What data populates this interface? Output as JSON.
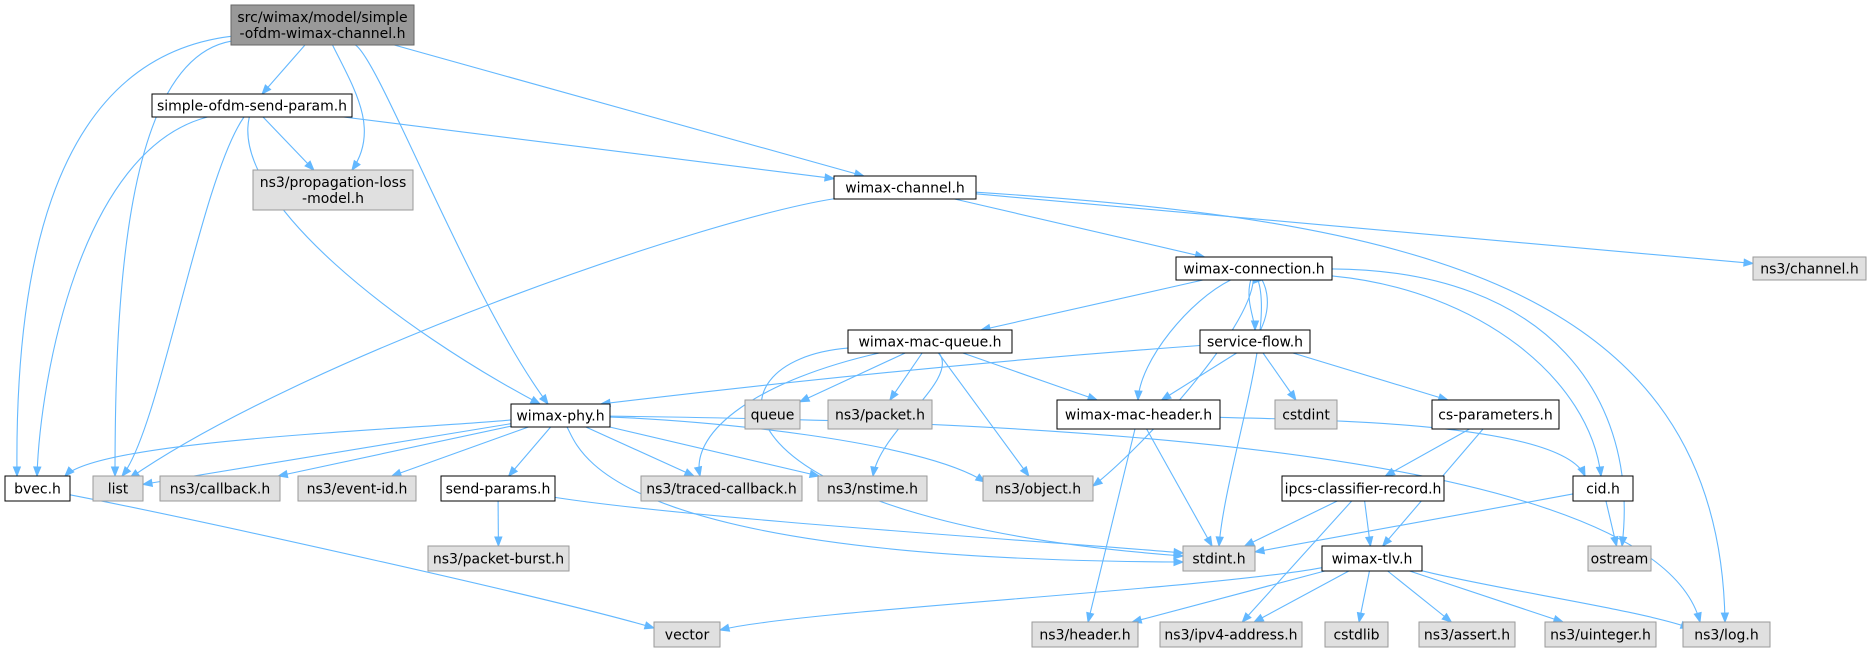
{
  "diagram": {
    "colors": {
      "edge": "#63b8ff",
      "root_fill": "#999999",
      "root_stroke": "#666666",
      "node_fill": "#ffffff",
      "node_stroke": "#000000",
      "external_fill": "#e0e0e0",
      "external_stroke": "#999999"
    },
    "nodes": [
      {
        "id": "root",
        "kind": "root",
        "lines": [
          "src/wimax/model/simple",
          "-ofdm-wimax-channel.h"
        ]
      },
      {
        "id": "send_param",
        "kind": "file",
        "lines": [
          "simple-ofdm-send-param.h"
        ]
      },
      {
        "id": "prop_loss",
        "kind": "external",
        "lines": [
          "ns3/propagation-loss",
          "-model.h"
        ]
      },
      {
        "id": "wimax_channel",
        "kind": "file",
        "lines": [
          "wimax-channel.h"
        ]
      },
      {
        "id": "ns3_channel",
        "kind": "external",
        "lines": [
          "ns3/channel.h"
        ]
      },
      {
        "id": "wimax_connection",
        "kind": "file",
        "lines": [
          "wimax-connection.h"
        ]
      },
      {
        "id": "mac_queue",
        "kind": "file",
        "lines": [
          "wimax-mac-queue.h"
        ]
      },
      {
        "id": "service_flow",
        "kind": "file",
        "lines": [
          "service-flow.h"
        ]
      },
      {
        "id": "wimax_phy",
        "kind": "file",
        "lines": [
          "wimax-phy.h"
        ]
      },
      {
        "id": "queue",
        "kind": "external",
        "lines": [
          "queue"
        ]
      },
      {
        "id": "packet",
        "kind": "external",
        "lines": [
          "ns3/packet.h"
        ]
      },
      {
        "id": "mac_header",
        "kind": "file",
        "lines": [
          "wimax-mac-header.h"
        ]
      },
      {
        "id": "cstdint",
        "kind": "external",
        "lines": [
          "cstdint"
        ]
      },
      {
        "id": "cs_params",
        "kind": "file",
        "lines": [
          "cs-parameters.h"
        ]
      },
      {
        "id": "bvec",
        "kind": "file",
        "lines": [
          "bvec.h"
        ]
      },
      {
        "id": "list",
        "kind": "external",
        "lines": [
          "list"
        ]
      },
      {
        "id": "callback",
        "kind": "external",
        "lines": [
          "ns3/callback.h"
        ]
      },
      {
        "id": "event_id",
        "kind": "external",
        "lines": [
          "ns3/event-id.h"
        ]
      },
      {
        "id": "send_params",
        "kind": "file",
        "lines": [
          "send-params.h"
        ]
      },
      {
        "id": "traced_cb",
        "kind": "external",
        "lines": [
          "ns3/traced-callback.h"
        ]
      },
      {
        "id": "nstime",
        "kind": "external",
        "lines": [
          "ns3/nstime.h"
        ]
      },
      {
        "id": "object",
        "kind": "external",
        "lines": [
          "ns3/object.h"
        ]
      },
      {
        "id": "ipcs",
        "kind": "file",
        "lines": [
          "ipcs-classifier-record.h"
        ]
      },
      {
        "id": "cid",
        "kind": "file",
        "lines": [
          "cid.h"
        ]
      },
      {
        "id": "packet_burst",
        "kind": "external",
        "lines": [
          "ns3/packet-burst.h"
        ]
      },
      {
        "id": "stdint",
        "kind": "external",
        "lines": [
          "stdint.h"
        ]
      },
      {
        "id": "wimax_tlv",
        "kind": "file",
        "lines": [
          "wimax-tlv.h"
        ]
      },
      {
        "id": "ostream",
        "kind": "external",
        "lines": [
          "ostream"
        ]
      },
      {
        "id": "vector",
        "kind": "external",
        "lines": [
          "vector"
        ]
      },
      {
        "id": "header",
        "kind": "external",
        "lines": [
          "ns3/header.h"
        ]
      },
      {
        "id": "ipv4",
        "kind": "external",
        "lines": [
          "ns3/ipv4-address.h"
        ]
      },
      {
        "id": "cstdlib",
        "kind": "external",
        "lines": [
          "cstdlib"
        ]
      },
      {
        "id": "assert",
        "kind": "external",
        "lines": [
          "ns3/assert.h"
        ]
      },
      {
        "id": "uinteger",
        "kind": "external",
        "lines": [
          "ns3/uinteger.h"
        ]
      },
      {
        "id": "log",
        "kind": "external",
        "lines": [
          "ns3/log.h"
        ]
      }
    ],
    "edges": [
      [
        "root",
        "send_param"
      ],
      [
        "root",
        "prop_loss"
      ],
      [
        "root",
        "wimax_channel"
      ],
      [
        "root",
        "wimax_phy"
      ],
      [
        "root",
        "bvec"
      ],
      [
        "root",
        "list"
      ],
      [
        "send_param",
        "prop_loss"
      ],
      [
        "send_param",
        "wimax_channel"
      ],
      [
        "send_param",
        "wimax_phy"
      ],
      [
        "send_param",
        "bvec"
      ],
      [
        "send_param",
        "list"
      ],
      [
        "wimax_channel",
        "wimax_connection"
      ],
      [
        "wimax_channel",
        "ns3_channel"
      ],
      [
        "wimax_channel",
        "list"
      ],
      [
        "wimax_channel",
        "log"
      ],
      [
        "wimax_connection",
        "mac_queue"
      ],
      [
        "wimax_connection",
        "service_flow"
      ],
      [
        "wimax_connection",
        "mac_header"
      ],
      [
        "wimax_connection",
        "object"
      ],
      [
        "wimax_connection",
        "stdint"
      ],
      [
        "wimax_connection",
        "cid"
      ],
      [
        "wimax_connection",
        "ostream"
      ],
      [
        "service_flow",
        "wimax_connection"
      ],
      [
        "service_flow",
        "wimax_phy"
      ],
      [
        "service_flow",
        "mac_header"
      ],
      [
        "service_flow",
        "cstdint"
      ],
      [
        "service_flow",
        "cs_params"
      ],
      [
        "mac_queue",
        "queue"
      ],
      [
        "mac_queue",
        "packet"
      ],
      [
        "mac_queue",
        "mac_header"
      ],
      [
        "mac_queue",
        "object"
      ],
      [
        "mac_queue",
        "nstime"
      ],
      [
        "mac_queue",
        "traced_cb"
      ],
      [
        "mac_queue",
        "stdint"
      ],
      [
        "wimax_phy",
        "bvec"
      ],
      [
        "wimax_phy",
        "list"
      ],
      [
        "wimax_phy",
        "callback"
      ],
      [
        "wimax_phy",
        "event_id"
      ],
      [
        "wimax_phy",
        "send_params"
      ],
      [
        "wimax_phy",
        "traced_cb"
      ],
      [
        "wimax_phy",
        "nstime"
      ],
      [
        "wimax_phy",
        "object"
      ],
      [
        "wimax_phy",
        "stdint"
      ],
      [
        "wimax_phy",
        "log"
      ],
      [
        "mac_header",
        "header"
      ],
      [
        "mac_header",
        "stdint"
      ],
      [
        "mac_header",
        "cid"
      ],
      [
        "cs_params",
        "ipcs"
      ],
      [
        "cs_params",
        "wimax_tlv"
      ],
      [
        "ipcs",
        "stdint"
      ],
      [
        "ipcs",
        "ipv4"
      ],
      [
        "ipcs",
        "wimax_tlv"
      ],
      [
        "cid",
        "stdint"
      ],
      [
        "cid",
        "ostream"
      ],
      [
        "send_params",
        "packet_burst"
      ],
      [
        "send_params",
        "stdint"
      ],
      [
        "bvec",
        "vector"
      ],
      [
        "wimax_tlv",
        "vector"
      ],
      [
        "wimax_tlv",
        "header"
      ],
      [
        "wimax_tlv",
        "ipv4"
      ],
      [
        "wimax_tlv",
        "cstdlib"
      ],
      [
        "wimax_tlv",
        "assert"
      ],
      [
        "wimax_tlv",
        "uinteger"
      ],
      [
        "wimax_tlv",
        "log"
      ]
    ]
  }
}
